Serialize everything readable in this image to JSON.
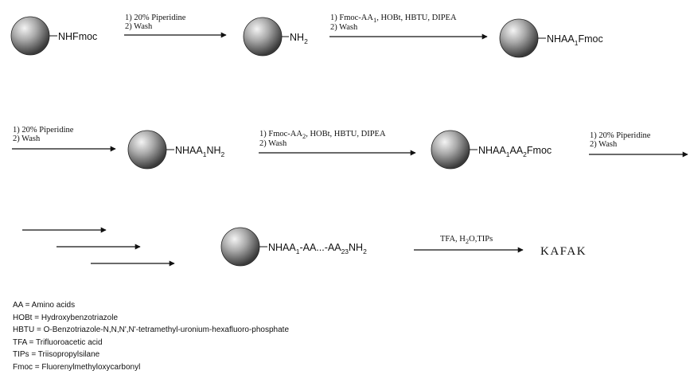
{
  "scheme": {
    "row1": {
      "start_group": "NHFmoc",
      "step1_line1": "1) 20% Piperidine",
      "step1_line2": "2) Wash",
      "mid_group_main": "NH",
      "mid_group_sub": "2",
      "step2_line1_a": "1) Fmoc-AA",
      "step2_line1_sub": "1",
      "step2_line1_b": ", HOBt, HBTU, DIPEA",
      "step2_line2": "2) Wash",
      "end_group_a": "NHAA",
      "end_group_sub": "1",
      "end_group_b": "Fmoc"
    },
    "row2": {
      "step1_line1": "1) 20% Piperidine",
      "step1_line2": "2) Wash",
      "group1_a": "NHAA",
      "group1_sub1": "1",
      "group1_b": "NH",
      "group1_sub2": "2",
      "step2_line1_a": "1) Fmoc-AA",
      "step2_line1_sub": "2",
      "step2_line1_b": ", HOBt, HBTU, DIPEA",
      "step2_line2": "2) Wash",
      "group2_a": "NHAA",
      "group2_sub1": "1",
      "group2_b": "AA",
      "group2_sub2": "2",
      "group2_c": "Fmoc",
      "step3_line1": "1) 20% Piperidine",
      "step3_line2": "2) Wash"
    },
    "row3": {
      "group_a": "NHAA",
      "group_sub1": "1",
      "group_b": "-AA...-AA",
      "group_sub2": "23",
      "group_c": "NH",
      "group_sub3": "2",
      "cleave_a": "TFA, H",
      "cleave_sub": "2",
      "cleave_b": "O,TIPs",
      "product": "KAFAK"
    }
  },
  "legend": [
    "AA = Amino acids",
    "HOBt = Hydroxybenzotriazole",
    "HBTU = O-Benzotriazole-N,N,N',N'-tetramethyl-uronium-hexafluoro-phosphate",
    "TFA = Trifluoroacetic acid",
    "TIPs = Triisopropylsilane",
    "Fmoc = Fluorenylmethyloxycarbonyl"
  ]
}
